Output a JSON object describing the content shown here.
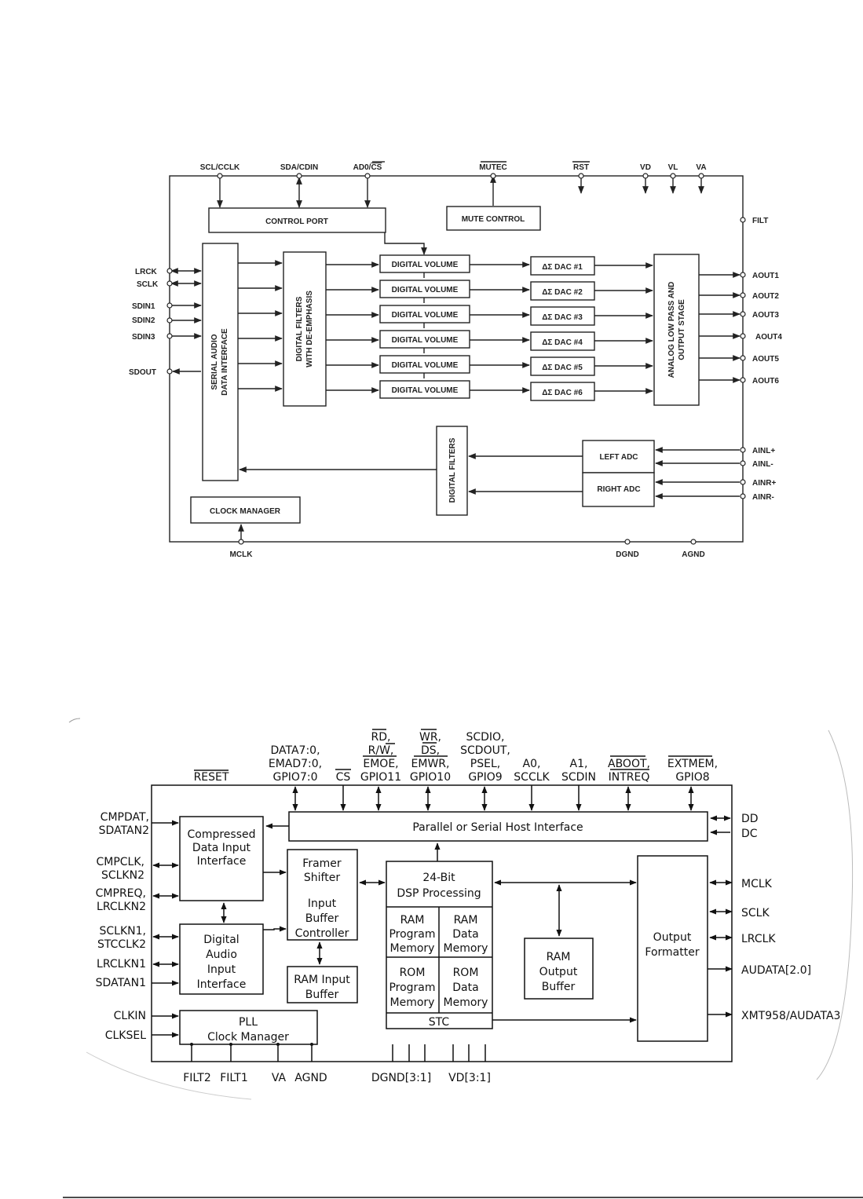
{
  "diagram1": {
    "top_pins": {
      "scl_cclk": "SCL/CCLK",
      "sda_cdin": "SDA/CDIN",
      "ad0_cs": "AD0/",
      "ad0_cs_bar": "CS",
      "mutec": "MUTEC",
      "rst": "RST",
      "vd": "VD",
      "vl": "VL",
      "va": "VA"
    },
    "blocks": {
      "control_port": "CONTROL PORT",
      "mute_control": "MUTE CONTROL",
      "serial_audio_line1": "SERIAL AUDIO",
      "serial_audio_line2": "DATA INTERFACE",
      "digital_filters_line1": "DIGITAL FILTERS",
      "digital_filters_line2": "WITH DE-EMPHASIS",
      "digital_volume": [
        "DIGITAL VOLUME",
        "DIGITAL VOLUME",
        "DIGITAL VOLUME",
        "DIGITAL VOLUME",
        "DIGITAL VOLUME",
        "DIGITAL VOLUME"
      ],
      "dacs": [
        "ΔΣ DAC #1",
        "ΔΣ DAC #2",
        "ΔΣ DAC #3",
        "ΔΣ DAC #4",
        "ΔΣ DAC #5",
        "ΔΣ DAC #6"
      ],
      "analog_line1": "ANALOG LOW PASS AND",
      "analog_line2": "OUTPUT STAGE",
      "digital_filters_adc": "DIGITAL FILTERS",
      "left_adc": "LEFT ADC",
      "right_adc": "RIGHT ADC",
      "clock_manager": "CLOCK MANAGER"
    },
    "left_pins": [
      "LRCK",
      "SCLK",
      "SDIN1",
      "SDIN2",
      "SDIN3",
      "SDOUT"
    ],
    "right_pins": [
      "FILT",
      "AOUT1",
      "AOUT2",
      "AOUT3",
      "AOUT4",
      "AOUT5",
      "AOUT6",
      "AINL+",
      "AINL-",
      "AINR+",
      "AINR-"
    ],
    "bottom_pins": [
      "MCLK",
      "DGND",
      "AGND"
    ]
  },
  "diagram2": {
    "top_pins": {
      "reset": "RESET",
      "data_l1": "DATA7:0,",
      "data_l2": "EMAD7:0,",
      "data_l3": "GPIO7:0",
      "cs": "CS",
      "rd_l1": "RD,",
      "rd_l2": "R/W,",
      "rd_l3": "EMOE,",
      "rd_l4": "GPIO11",
      "wr_l1": "WR,",
      "wr_l2": "DS,",
      "wr_l3": "EMWR,",
      "wr_l4": "GPIO10",
      "sc_l1": "SCDIO,",
      "sc_l2": "SCDOUT,",
      "sc_l3": "PSEL,",
      "sc_l4": "GPIO9",
      "a0_l1": "A0,",
      "a0_l2": "SCCLK",
      "a1_l1": "A1,",
      "a1_l2": "SCDIN",
      "aboot_l1": "ABOOT,",
      "aboot_l2": "INTREQ",
      "ext_l1": "EXTMEM,",
      "ext_l2": "GPIO8"
    },
    "left_pins": {
      "cmpdat_l1": "CMPDAT,",
      "cmpdat_l2": "SDATAN2",
      "cmpclk_l1": "CMPCLK,",
      "cmpclk_l2": "SCLKN2",
      "cmpreq_l1": "CMPREQ,",
      "cmpreq_l2": "LRCLKN2",
      "sclkn1_l1": "SCLKN1,",
      "sclkn1_l2": "STCCLK2",
      "lrclkn1": "LRCLKN1",
      "sdatan1": "SDATAN1",
      "clkin": "CLKIN",
      "clksel": "CLKSEL"
    },
    "right_pins": [
      "DD",
      "DC",
      "MCLK",
      "SCLK",
      "LRCLK",
      "AUDATA[2.0]",
      "XMT958/AUDATA3"
    ],
    "bottom_pins": [
      "FILT2",
      "FILT1",
      "VA",
      "AGND",
      "DGND[3:1]",
      "VD[3:1]"
    ],
    "blocks": {
      "host_interface": "Parallel or Serial Host Interface",
      "compressed_l1": "Compressed",
      "compressed_l2": "Data Input",
      "compressed_l3": "Interface",
      "framer_l1": "Framer",
      "framer_l2": "Shifter",
      "framer_l3": "Input",
      "framer_l4": "Buffer",
      "framer_l5": "Controller",
      "dsp_l1": "24-Bit",
      "dsp_l2": "DSP Processing",
      "ram_prog_l1": "RAM",
      "ram_prog_l2": "Program",
      "ram_prog_l3": "Memory",
      "ram_data_l1": "RAM",
      "ram_data_l2": "Data",
      "ram_data_l3": "Memory",
      "rom_prog_l1": "ROM",
      "rom_prog_l2": "Program",
      "rom_prog_l3": "Memory",
      "rom_data_l1": "ROM",
      "rom_data_l2": "Data",
      "rom_data_l3": "Memory",
      "stc": "STC",
      "digital_audio_l1": "Digital",
      "digital_audio_l2": "Audio",
      "digital_audio_l3": "Input",
      "digital_audio_l4": "Interface",
      "ram_input_l1": "RAM Input",
      "ram_input_l2": "Buffer",
      "ram_output_l1": "RAM",
      "ram_output_l2": "Output",
      "ram_output_l3": "Buffer",
      "output_formatter_l1": "Output",
      "output_formatter_l2": "Formatter",
      "pll_l1": "PLL",
      "pll_l2": "Clock Manager"
    }
  }
}
